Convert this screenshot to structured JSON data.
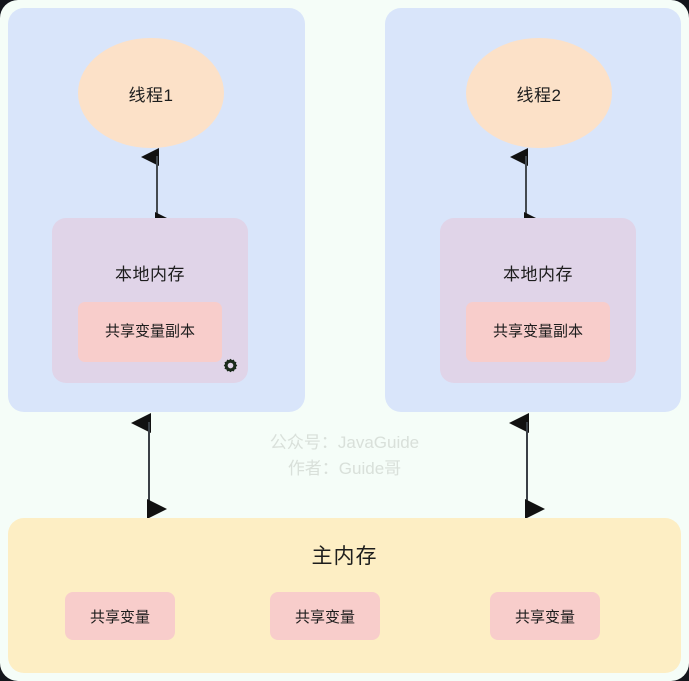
{
  "diagram": {
    "background_color": "#f5fdf8",
    "threads": [
      {
        "panel_name": "thread-panel-1",
        "thread_label": "线程1",
        "local_memory_label": "本地内存",
        "shared_copy_label": "共享变量副本"
      },
      {
        "panel_name": "thread-panel-2",
        "thread_label": "线程2",
        "local_memory_label": "本地内存",
        "shared_copy_label": "共享变量副本"
      }
    ],
    "main_memory": {
      "title": "主内存",
      "shared_variables": [
        "共享变量",
        "共享变量",
        "共享变量"
      ]
    },
    "watermark": {
      "line1": "公众号：JavaGuide",
      "line2": "作者：Guide哥"
    },
    "cursor": {
      "icon": "gear-cursor-icon"
    },
    "colors": {
      "thread_panel": "#d9e5fa",
      "thread_ellipse": "#fce1c8",
      "local_memory": "#e0d4e8",
      "shared_copy": "#f8cdcb",
      "main_memory": "#fdeec4",
      "shared_variable": "#f8cdcb",
      "arrow": "#111111",
      "watermark_text": "#d9e0da"
    }
  }
}
